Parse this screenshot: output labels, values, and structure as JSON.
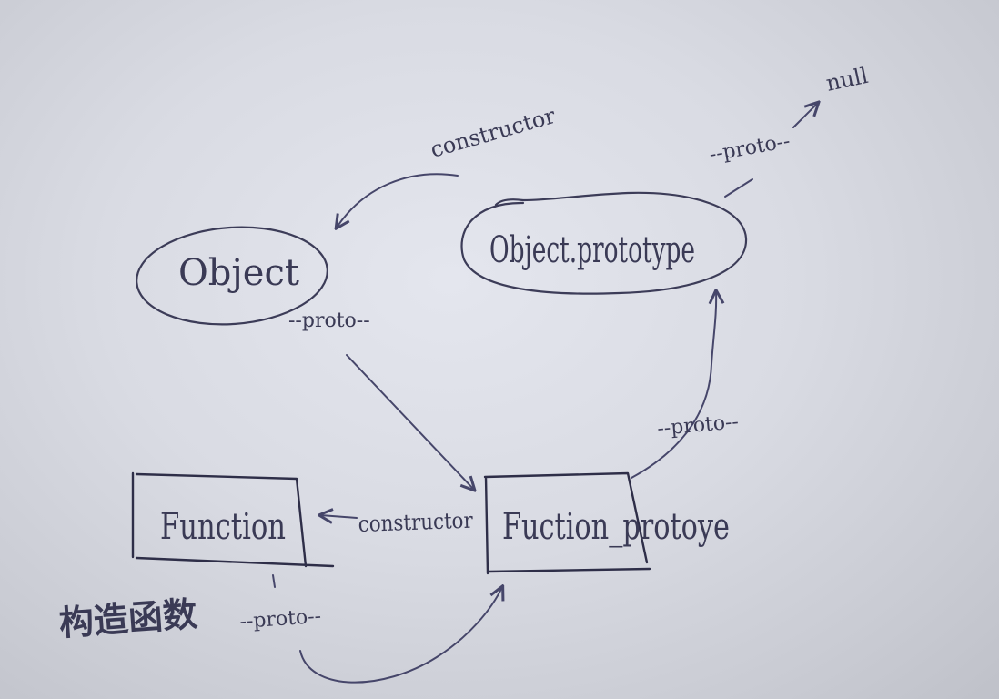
{
  "nodes": {
    "object": "Object",
    "object_prototype": "Object.prototype",
    "function": "Function",
    "function_prototype": "Fuction_protoye",
    "null": "null"
  },
  "edges": {
    "constructor_top": "constructor",
    "constructor_mid": "constructor",
    "proto_object": "--proto--",
    "proto_object_prototype": "--proto--",
    "proto_function_prototype": "--proto--",
    "proto_function": "--proto--"
  },
  "annotations": {
    "function_note": "构造函数"
  }
}
